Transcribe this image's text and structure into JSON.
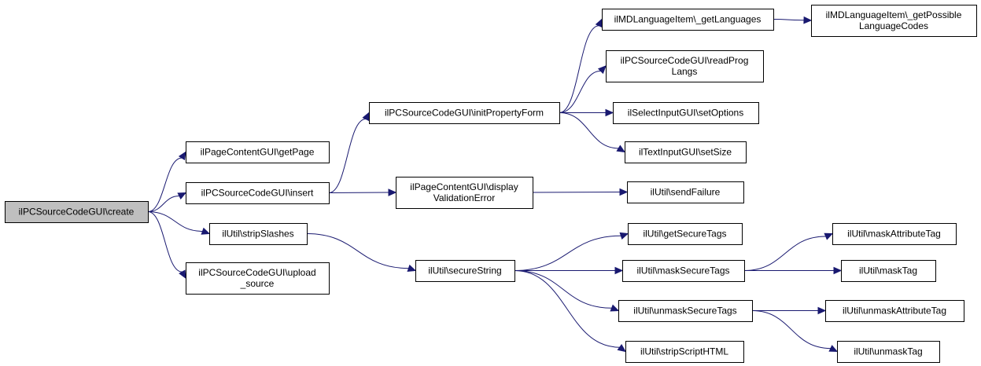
{
  "nodes": {
    "create": {
      "lines": [
        "ilPCSourceCodeGUI\\create"
      ]
    },
    "getPage": {
      "lines": [
        "ilPageContentGUI\\getPage"
      ]
    },
    "insert": {
      "lines": [
        "ilPCSourceCodeGUI\\insert"
      ]
    },
    "stripSlashes": {
      "lines": [
        "ilUtil\\stripSlashes"
      ]
    },
    "upload": {
      "lines": [
        "ilPCSourceCodeGUI\\upload",
        "_source"
      ]
    },
    "initPropertyForm": {
      "lines": [
        "ilPCSourceCodeGUI\\initPropertyForm"
      ]
    },
    "displayValidationError": {
      "lines": [
        "ilPageContentGUI\\display",
        "ValidationError"
      ]
    },
    "secureString": {
      "lines": [
        "ilUtil\\secureString"
      ]
    },
    "getLanguages": {
      "lines": [
        "ilMDLanguageItem\\_getLanguages"
      ]
    },
    "readProgLangs": {
      "lines": [
        "ilPCSourceCodeGUI\\readProg",
        "Langs"
      ]
    },
    "setOptions": {
      "lines": [
        "ilSelectInputGUI\\setOptions"
      ]
    },
    "setSize": {
      "lines": [
        "ilTextInputGUI\\setSize"
      ]
    },
    "sendFailure": {
      "lines": [
        "ilUtil\\sendFailure"
      ]
    },
    "getSecureTags": {
      "lines": [
        "ilUtil\\getSecureTags"
      ]
    },
    "maskSecureTags": {
      "lines": [
        "ilUtil\\maskSecureTags"
      ]
    },
    "unmaskSecureTags": {
      "lines": [
        "ilUtil\\unmaskSecureTags"
      ]
    },
    "stripScriptHTML": {
      "lines": [
        "ilUtil\\stripScriptHTML"
      ]
    },
    "getPossibleLanguageCodes": {
      "lines": [
        "ilMDLanguageItem\\_getPossible",
        "LanguageCodes"
      ]
    },
    "maskAttributeTag": {
      "lines": [
        "ilUtil\\maskAttributeTag"
      ]
    },
    "maskTag": {
      "lines": [
        "ilUtil\\maskTag"
      ]
    },
    "unmaskAttributeTag": {
      "lines": [
        "ilUtil\\unmaskAttributeTag"
      ]
    },
    "unmaskTag": {
      "lines": [
        "ilUtil\\unmaskTag"
      ]
    }
  },
  "edges": [
    [
      "create",
      "getPage"
    ],
    [
      "create",
      "insert"
    ],
    [
      "create",
      "stripSlashes"
    ],
    [
      "create",
      "upload"
    ],
    [
      "insert",
      "initPropertyForm"
    ],
    [
      "insert",
      "displayValidationError"
    ],
    [
      "stripSlashes",
      "secureString"
    ],
    [
      "initPropertyForm",
      "getLanguages"
    ],
    [
      "initPropertyForm",
      "readProgLangs"
    ],
    [
      "initPropertyForm",
      "setOptions"
    ],
    [
      "initPropertyForm",
      "setSize"
    ],
    [
      "getLanguages",
      "getPossibleLanguageCodes"
    ],
    [
      "displayValidationError",
      "sendFailure"
    ],
    [
      "secureString",
      "getSecureTags"
    ],
    [
      "secureString",
      "maskSecureTags"
    ],
    [
      "secureString",
      "unmaskSecureTags"
    ],
    [
      "secureString",
      "stripScriptHTML"
    ],
    [
      "maskSecureTags",
      "maskAttributeTag"
    ],
    [
      "maskSecureTags",
      "maskTag"
    ],
    [
      "unmaskSecureTags",
      "unmaskAttributeTag"
    ],
    [
      "unmaskSecureTags",
      "unmaskTag"
    ]
  ],
  "colors": {
    "root_fill": "#bfbfbf",
    "node_fill": "#ffffff",
    "edge": "#191970"
  }
}
